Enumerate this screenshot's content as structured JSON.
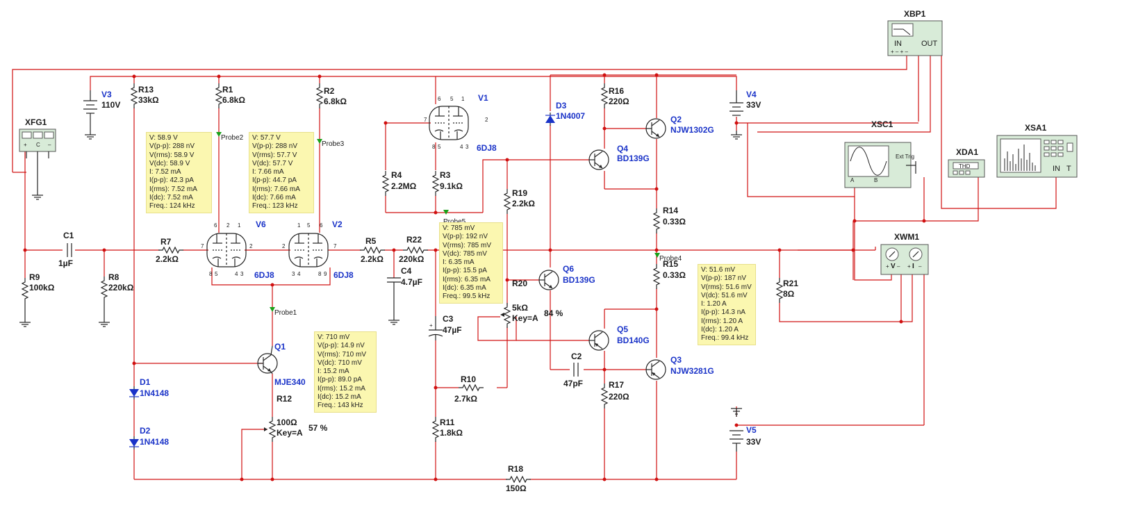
{
  "components": {
    "XFG1": {
      "name": "XFG1"
    },
    "XBP1": {
      "name": "XBP1",
      "in": "IN",
      "out": "OUT"
    },
    "XSC1": {
      "name": "XSC1",
      "ext_trig": "Ext Trig",
      "a": "A",
      "b": "B"
    },
    "XDA1": {
      "name": "XDA1",
      "mode": "THD"
    },
    "XSA1": {
      "name": "XSA1",
      "in": "IN",
      "t": "T"
    },
    "XWM1": {
      "name": "XWM1",
      "v": "V",
      "i": "I"
    },
    "V1": {
      "name": "V1",
      "tube": "6DJ8"
    },
    "V2": {
      "name": "V2",
      "tube": "6DJ8"
    },
    "V6": {
      "name": "V6",
      "tube": "6DJ8"
    },
    "V3": {
      "name": "V3",
      "value": "110V"
    },
    "V4": {
      "name": "V4",
      "value": "33V"
    },
    "V5": {
      "name": "V5",
      "value": "33V"
    },
    "R1": {
      "name": "R1",
      "value": "6.8kΩ"
    },
    "R2": {
      "name": "R2",
      "value": "6.8kΩ"
    },
    "R3": {
      "name": "R3",
      "value": "9.1kΩ"
    },
    "R4": {
      "name": "R4",
      "value": "2.2MΩ"
    },
    "R5": {
      "name": "R5",
      "value": "2.2kΩ"
    },
    "R7": {
      "name": "R7",
      "value": "2.2kΩ"
    },
    "R8": {
      "name": "R8",
      "value": "220kΩ"
    },
    "R9": {
      "name": "R9",
      "value": "100kΩ"
    },
    "R10": {
      "name": "R10",
      "value": "2.7kΩ"
    },
    "R11": {
      "name": "R11",
      "value": "1.8kΩ"
    },
    "R12": {
      "name": "R12",
      "value": "100Ω",
      "key": "Key=A",
      "percent": "57 %"
    },
    "R13": {
      "name": "R13",
      "value": "33kΩ"
    },
    "R14": {
      "name": "R14",
      "value": "0.33Ω"
    },
    "R15": {
      "name": "R15",
      "value": "0.33Ω"
    },
    "R16": {
      "name": "R16",
      "value": "220Ω"
    },
    "R17": {
      "name": "R17",
      "value": "220Ω"
    },
    "R18": {
      "name": "R18",
      "value": "150Ω"
    },
    "R19": {
      "name": "R19",
      "value": "2.2kΩ"
    },
    "R20": {
      "name": "R20",
      "value": "5kΩ",
      "key": "Key=A",
      "percent": "84 %"
    },
    "R21": {
      "name": "R21",
      "value": "8Ω"
    },
    "R22": {
      "name": "R22",
      "value": "220kΩ"
    },
    "C1": {
      "name": "C1",
      "value": "1µF"
    },
    "C2": {
      "name": "C2",
      "value": "47pF"
    },
    "C3": {
      "name": "C3",
      "value": "47µF"
    },
    "C4": {
      "name": "C4",
      "value": "4.7µF"
    },
    "D1": {
      "name": "D1",
      "part": "1N4148"
    },
    "D2": {
      "name": "D2",
      "part": "1N4148"
    },
    "D3": {
      "name": "D3",
      "part": "1N4007"
    },
    "Q1": {
      "name": "Q1",
      "part": "MJE340"
    },
    "Q2": {
      "name": "Q2",
      "part": "NJW1302G"
    },
    "Q3": {
      "name": "Q3",
      "part": "NJW3281G"
    },
    "Q4": {
      "name": "Q4",
      "part": "BD139G"
    },
    "Q5": {
      "name": "Q5",
      "part": "BD140G"
    },
    "Q6": {
      "name": "Q6",
      "part": "BD139G"
    }
  },
  "pins": {
    "p6": "6",
    "p5": "5",
    "p1": "1",
    "p7": "7",
    "p2": "2",
    "p8": "8",
    "p4": "4",
    "p3": "3",
    "p9": "9"
  },
  "probes": {
    "probe1": {
      "label": "Probe1",
      "lines": [
        "V: 710 mV",
        "V(p-p): 14.9 nV",
        "V(rms): 710 mV",
        "V(dc): 710 mV",
        "I: 15.2 mA",
        "I(p-p): 89.0 pA",
        "I(rms): 15.2 mA",
        "I(dc): 15.2 mA",
        "Freq.: 143 kHz"
      ]
    },
    "probe2": {
      "label": "Probe2",
      "lines": [
        "V: 58.9 V",
        "V(p-p): 288 nV",
        "V(rms): 58.9 V",
        "V(dc): 58.9 V",
        "I: 7.52 mA",
        "I(p-p): 42.3 pA",
        "I(rms): 7.52 mA",
        "I(dc): 7.52 mA",
        "Freq.: 124 kHz"
      ]
    },
    "probe3": {
      "label": "Probe3",
      "lines": [
        "V: 57.7 V",
        "V(p-p): 288 nV",
        "V(rms): 57.7 V",
        "V(dc): 57.7 V",
        "I: 7.66 mA",
        "I(p-p): 44.7 pA",
        "I(rms): 7.66 mA",
        "I(dc): 7.66 mA",
        "Freq.: 123 kHz"
      ]
    },
    "probe4": {
      "label": "Probe4",
      "lines": [
        "V: 51.6 mV",
        "V(p-p): 187 nV",
        "V(rms): 51.6 mV",
        "V(dc): 51.6 mV",
        "I: 1.20 A",
        "I(p-p): 14.3 nA",
        "I(rms): 1.20 A",
        "I(dc): 1.20 A",
        "Freq.: 99.4 kHz"
      ]
    },
    "probe5": {
      "label": "Probe5",
      "lines": [
        "V: 785 mV",
        "V(p-p): 192 nV",
        "V(rms): 785 mV",
        "V(dc): 785 mV",
        "I: 6.35 mA",
        "I(p-p): 15.5 pA",
        "I(rms): 6.35 mA",
        "I(dc): 6.35 mA",
        "Freq.: 99.5 kHz"
      ]
    }
  },
  "colors": {
    "wire": "#d01010",
    "component": "#222222",
    "name_label": "#1a33c8",
    "probe_bg": "#fbf7b0",
    "instrument_bg": "#d8ebd8"
  }
}
